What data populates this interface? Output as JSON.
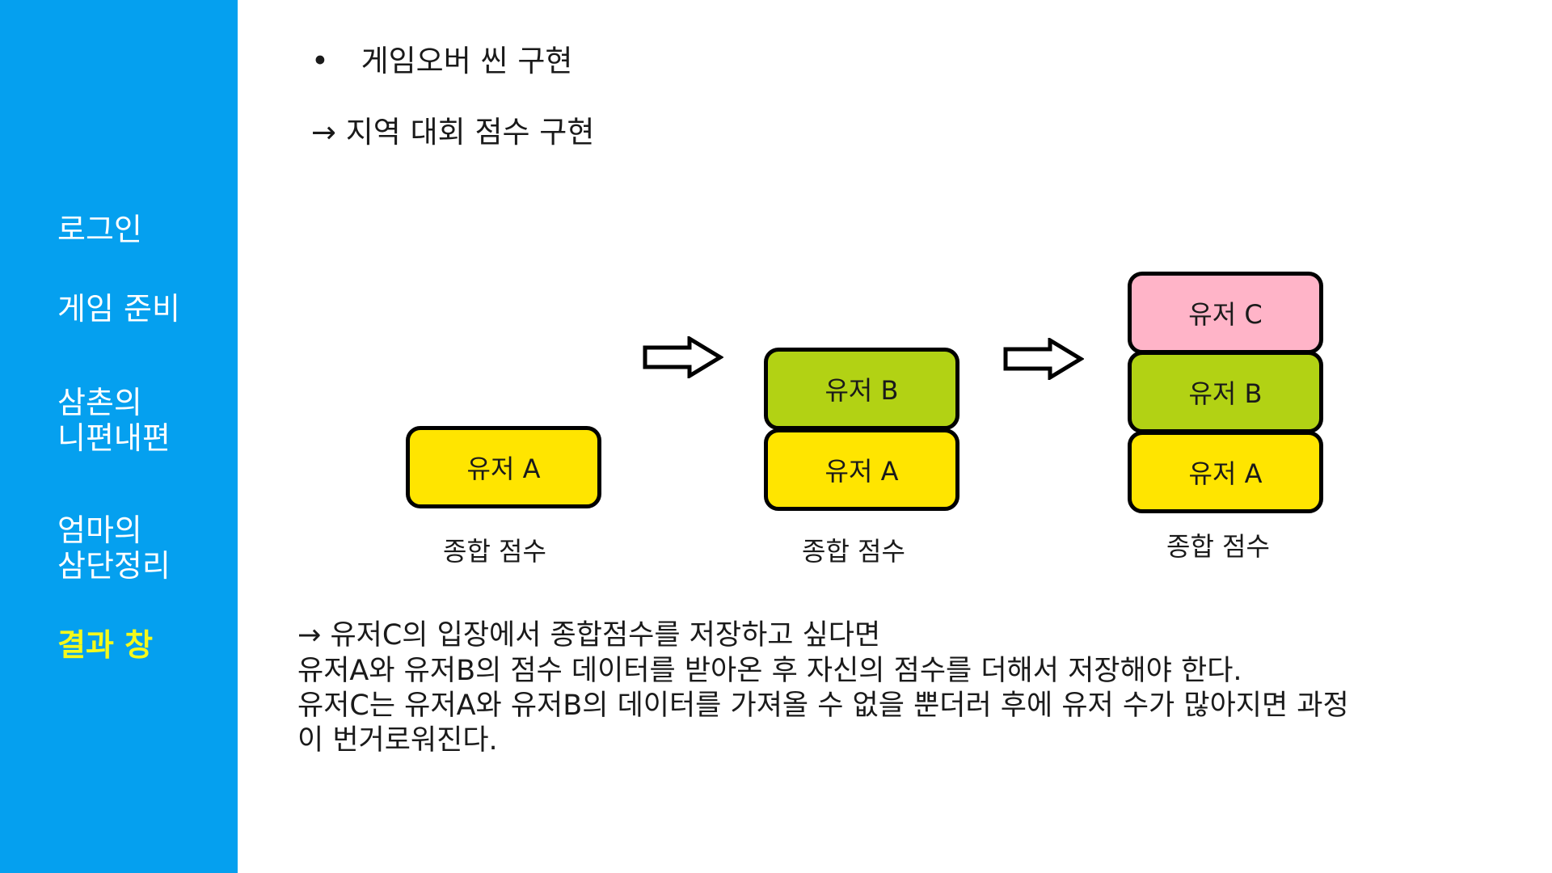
{
  "sidebar": {
    "items": [
      {
        "lines": [
          "로그인"
        ]
      },
      {
        "lines": [
          "게임 준비"
        ]
      },
      {
        "lines": [
          "삼촌의",
          "니편내편"
        ]
      },
      {
        "lines": [
          "엄마의",
          "삼단정리"
        ]
      },
      {
        "lines": [
          "결과 창"
        ],
        "active": true
      }
    ]
  },
  "header": {
    "bullet": "•",
    "bullet_text": "게임오버 씬 구현",
    "sub_text": "→ 지역 대회 점수 구현"
  },
  "diagram": {
    "stage1": {
      "a": "유저 A",
      "caption": "종합 점수"
    },
    "stage2": {
      "b": "유저 B",
      "a": "유저 A",
      "caption": "종합 점수"
    },
    "stage3": {
      "c": "유저 C",
      "b": "유저 B",
      "a": "유저 A",
      "caption": "종합 점수"
    }
  },
  "body": {
    "lines": [
      "→ 유저C의 입장에서 종합점수를 저장하고 싶다면",
      "유저A와 유저B의 점수 데이터를 받아온 후 자신의 점수를 더해서 저장해야 한다.",
      "유저C는 유저A와 유저B의 데이터를 가져올 수 없을 뿐더러 후에 유저 수가 많아지면 과정",
      "이 번거로워진다."
    ]
  },
  "colors": {
    "sidebar": "#05a0ef",
    "active_item": "#f4f91b",
    "box_yellow": "#ffe500",
    "box_green": "#b2d214",
    "box_pink": "#ffb4c8"
  },
  "icons": {
    "stage_arrow": "outlined-right-arrow-icon"
  }
}
